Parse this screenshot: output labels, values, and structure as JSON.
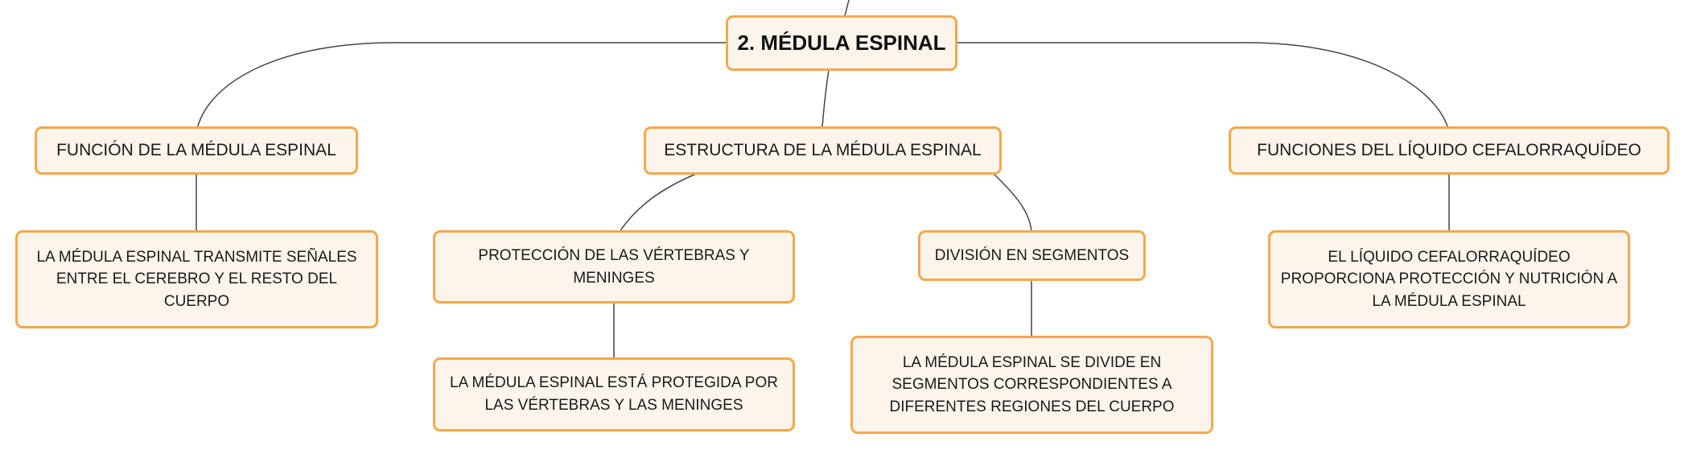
{
  "colors": {
    "node_border": "#f4a84b",
    "node_fill": "#fdf5ec",
    "connector": "#444444"
  },
  "root": {
    "label": "2. MÉDULA ESPINAL"
  },
  "branches": {
    "funcion": {
      "label": "FUNCIÓN DE LA MÉDULA ESPINAL",
      "detail": "LA MÉDULA ESPINAL TRANSMITE SEÑALES ENTRE EL CEREBRO Y EL RESTO DEL CUERPO"
    },
    "estructura": {
      "label": "ESTRUCTURA DE LA MÉDULA ESPINAL",
      "proteccion": {
        "label": "PROTECCIÓN DE LAS VÉRTEBRAS Y MENINGES",
        "detail": "LA MÉDULA ESPINAL ESTÁ PROTEGIDA POR LAS VÉRTEBRAS Y LAS MENINGES"
      },
      "division": {
        "label": "DIVISIÓN EN SEGMENTOS",
        "detail": "LA MÉDULA ESPINAL SE DIVIDE EN SEGMENTOS CORRESPONDIENTES A DIFERENTES REGIONES DEL CUERPO"
      }
    },
    "liquido": {
      "label": "FUNCIONES DEL LÍQUIDO CEFALORRAQUÍDEO",
      "detail": "EL LÍQUIDO CEFALORRAQUÍDEO PROPORCIONA PROTECCIÓN Y NUTRICIÓN A LA MÉDULA ESPINAL"
    }
  }
}
